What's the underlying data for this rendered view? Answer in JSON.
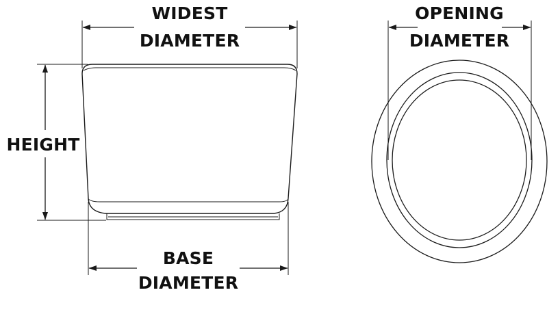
{
  "labels": {
    "widest_line1": "WIDEST",
    "widest_line2": "DIAMETER",
    "opening_line1": "OPENING",
    "opening_line2": "DIAMETER",
    "height": "HEIGHT",
    "base_line1": "BASE",
    "base_line2": "DIAMETER"
  },
  "colors": {
    "line": "#1a1a1a",
    "text": "#111111",
    "background": "#ffffff"
  }
}
